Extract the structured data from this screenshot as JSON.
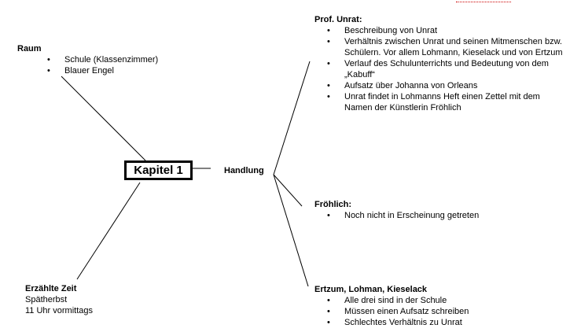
{
  "center": {
    "label": "Kapitel 1"
  },
  "handlung": {
    "label": "Handlung"
  },
  "raum": {
    "title": "Raum",
    "items": [
      "Schule (Klassenzimmer)",
      "Blauer Engel"
    ]
  },
  "zeit": {
    "title": "Erzählte Zeit",
    "lines": [
      "Spätherbst",
      "11 Uhr vormittags"
    ]
  },
  "unrat": {
    "title": "Prof. Unrat:",
    "items": [
      "Beschreibung von Unrat",
      "Verhältnis zwischen Unrat und seinen Mitmenschen bzw. Schülern. Vor allem Lohmann, Kieselack und von Ertzum",
      "Verlauf des Schulunterrichts und Bedeutung von dem „Kabuff“",
      "Aufsatz über Johanna von Orleans",
      "Unrat findet in Lohmanns Heft einen Zettel mit dem Namen der Künstlerin Fröhlich"
    ]
  },
  "froehlich": {
    "title": "Fröhlich:",
    "items": [
      "Noch nicht in Erscheinung getreten"
    ]
  },
  "ertzum": {
    "title": "Ertzum, Lohman, Kieselack",
    "items": [
      "Alle drei sind in der Schule",
      "Müssen einen Aufsatz schreiben",
      "Schlechtes Verhältnis zu Unrat"
    ]
  }
}
